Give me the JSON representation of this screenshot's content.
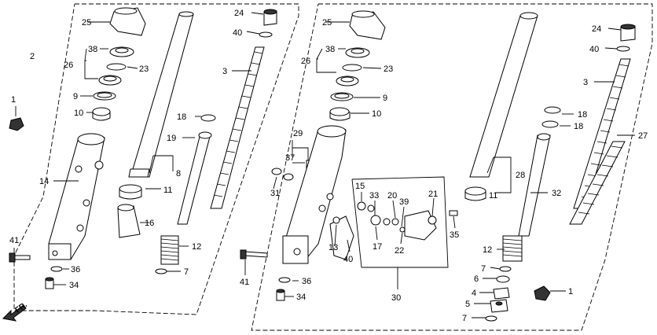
{
  "direction_label": "FR.",
  "callouts": {
    "l24": "24",
    "l25": "25",
    "l40": "40",
    "l2": "2",
    "l38": "38",
    "l26": "26",
    "l23": "23",
    "l3": "3",
    "l9": "9",
    "l10": "10",
    "l1": "1",
    "l18": "18",
    "l19": "19",
    "l14": "14",
    "l8": "8",
    "l11": "11",
    "l16": "16",
    "l12": "12",
    "l41": "41",
    "l36": "36",
    "l7": "7",
    "l34": "34",
    "r25": "25",
    "r38": "38",
    "r26": "26",
    "r23": "23",
    "r9": "9",
    "r10": "10",
    "r29": "29",
    "r37": "37",
    "r31": "31",
    "r15": "15",
    "r33": "33",
    "r20": "20",
    "r39": "39",
    "r21": "21",
    "r35": "35",
    "r13": "13",
    "r40": "40",
    "r17": "17",
    "r22": "22",
    "r30": "30",
    "r41": "41",
    "r36": "36",
    "r34": "34",
    "r24": "24",
    "r40b": "40",
    "r3": "3",
    "r18a": "18",
    "r18b": "18",
    "r27": "27",
    "r28": "28",
    "r11": "11",
    "r32": "32",
    "r12": "12",
    "r7a": "7",
    "r6": "6",
    "r4": "4",
    "r5": "5",
    "r7b": "7",
    "r1": "1"
  }
}
